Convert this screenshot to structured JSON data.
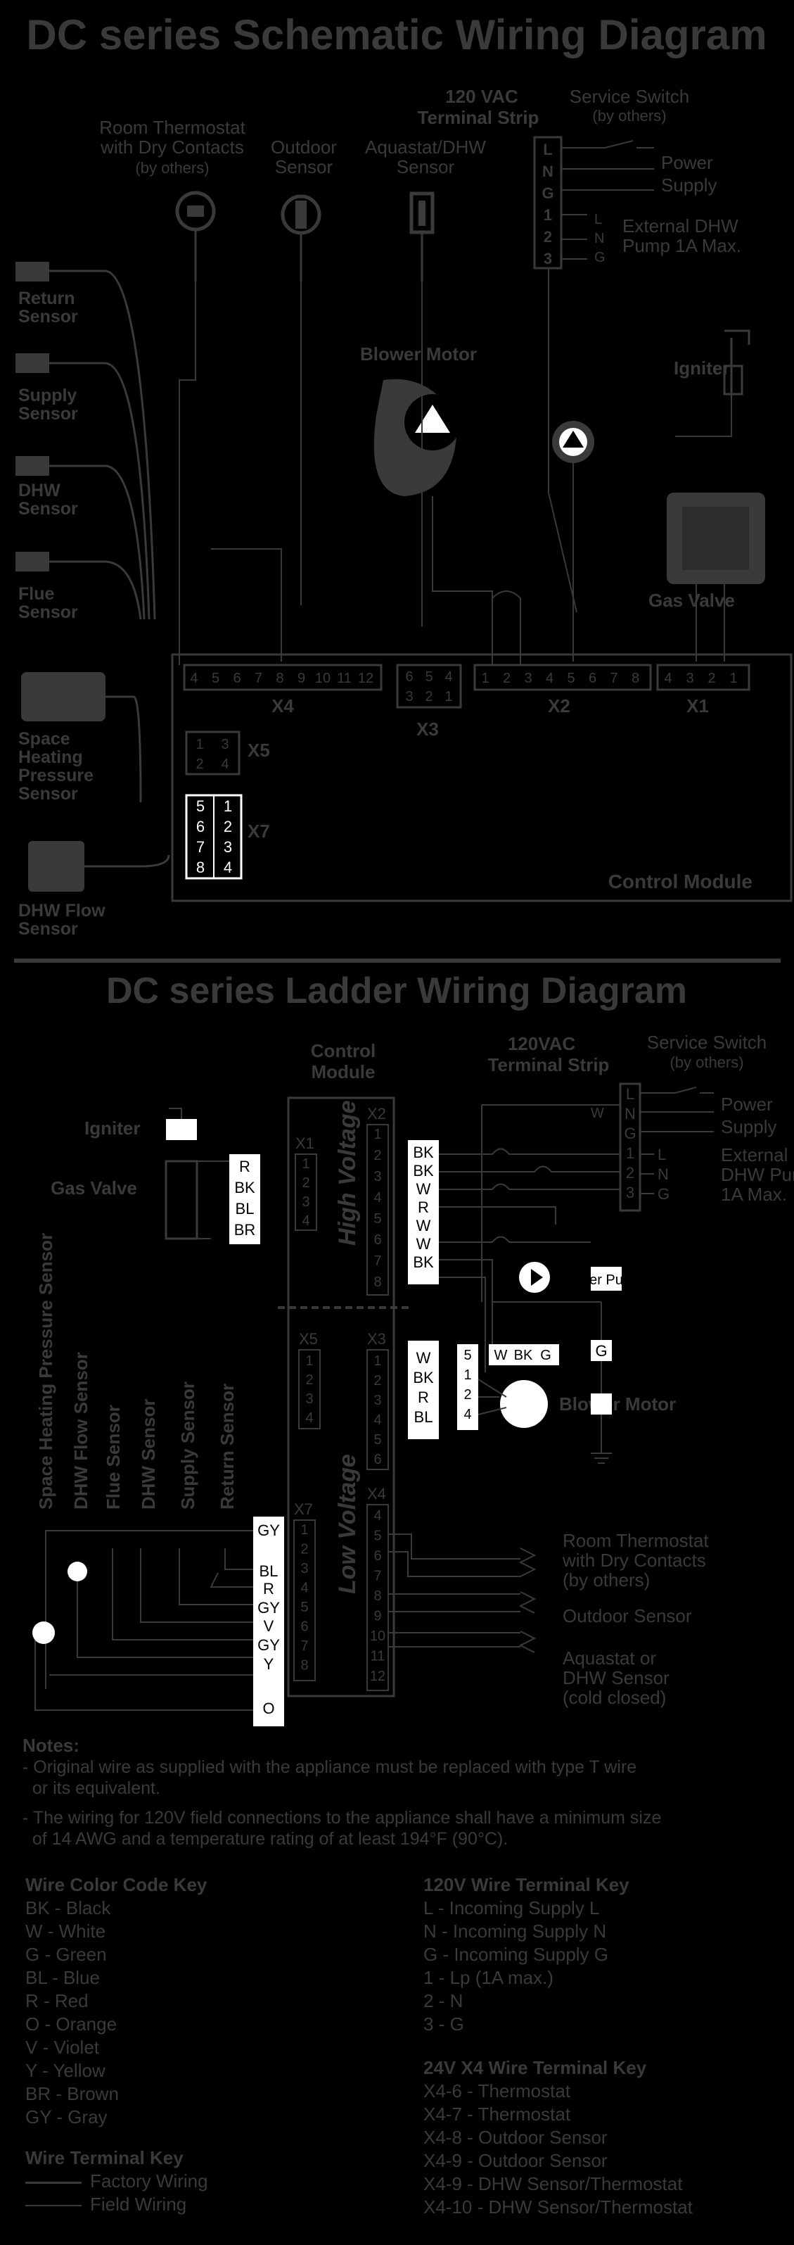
{
  "schematic": {
    "title": "DC series Schematic Wiring Diagram",
    "room_thermostat": "Room Thermostat",
    "room_thermostat_2": "with Dry Contacts",
    "room_thermostat_3": "(by others)",
    "outdoor_sensor_1": "Outdoor",
    "outdoor_sensor_2": "Sensor",
    "aquastat_1": "Aquastat/DHW",
    "aquastat_2": "Sensor",
    "terminal_strip_1": "120 VAC",
    "terminal_strip_2": "Terminal Strip",
    "service_switch_1": "Service Switch",
    "service_switch_2": "(by others)",
    "power_1": "Power",
    "power_2": "Supply",
    "ext_pump_1": "External DHW",
    "ext_pump_2": "Pump 1A Max.",
    "strip_letters": [
      "L",
      "N",
      "G",
      "1",
      "2",
      "3"
    ],
    "strip_right": [
      "L",
      "N",
      "G"
    ],
    "return_sensor": [
      "Return",
      "Sensor"
    ],
    "supply_sensor": [
      "Supply",
      "Sensor"
    ],
    "dhw_sensor": [
      "DHW",
      "Sensor"
    ],
    "flue_sensor": [
      "Flue",
      "Sensor"
    ],
    "sh_pressure": [
      "Space",
      "Heating",
      "Pressure",
      "Sensor"
    ],
    "dhw_flow": [
      "DHW Flow",
      "Sensor"
    ],
    "blower_motor": "Blower Motor",
    "igniter": "Igniter",
    "gas_valve": "Gas Valve",
    "x4_pins": [
      "4",
      "5",
      "6",
      "7",
      "8",
      "9",
      "10",
      "11",
      "12"
    ],
    "x4_label": "X4",
    "x3_top": [
      "6",
      "5",
      "4"
    ],
    "x3_bottom": [
      "3",
      "2",
      "1"
    ],
    "x3_label": "X3",
    "x2_pins": [
      "1",
      "2",
      "3",
      "4",
      "5",
      "6",
      "7",
      "8"
    ],
    "x2_label": "X2",
    "x1_pins": [
      "4",
      "3",
      "2",
      "1"
    ],
    "x1_label": "X1",
    "x5_top": [
      "1",
      "3"
    ],
    "x5_bottom": [
      "2",
      "4"
    ],
    "x5_label": "X5",
    "x7_left": [
      "5",
      "6",
      "7",
      "8"
    ],
    "x7_right": [
      "1",
      "2",
      "3",
      "4"
    ],
    "x7_label": "X7",
    "control_module": "Control Module"
  },
  "ladder": {
    "title": "DC series Ladder Wiring Diagram",
    "control_module_1": "Control",
    "control_module_2": "Module",
    "terminal_strip_1": "120VAC",
    "terminal_strip_2": "Terminal Strip",
    "service_switch_1": "Service Switch",
    "service_switch_2": "(by others)",
    "power_1": "Power",
    "power_2": "Supply",
    "ext_pump": [
      "External",
      "DHW Pump",
      "1A Max."
    ],
    "strip_letters": [
      "L",
      "N",
      "G",
      "1",
      "2",
      "3"
    ],
    "strip_right": [
      "L",
      "N",
      "G"
    ],
    "igniter": "Igniter",
    "gas_valve": "Gas Valve",
    "high_voltage": "High Voltage",
    "low_voltage": "Low Voltage",
    "x1_label": "X1",
    "x1_pins": [
      "1",
      "2",
      "3",
      "4"
    ],
    "x1_colors": [
      "R",
      "BK",
      "BL",
      "BR"
    ],
    "x2_label": "X2",
    "x2_pins": [
      "1",
      "2",
      "3",
      "4",
      "5",
      "6",
      "7",
      "8"
    ],
    "x2_colors": [
      "BK",
      "BK",
      "W",
      "R",
      "W",
      "W",
      "BK"
    ],
    "pump_label": "er Pu",
    "x3_label": "X3",
    "x3_pins": [
      "1",
      "2",
      "3",
      "4",
      "5",
      "6"
    ],
    "x3_colors": [
      "W",
      "BK",
      "R",
      "BL"
    ],
    "blower_pins": [
      "5",
      "1",
      "2",
      "4"
    ],
    "blower_colors": [
      "W",
      "BK",
      "G"
    ],
    "g_label": "G",
    "w_label": "W",
    "blower_motor": "Blower Motor",
    "x5_label": "X5",
    "x5_pins": [
      "1",
      "2",
      "3",
      "4"
    ],
    "x7_label": "X7",
    "x7_pins": [
      "1",
      "2",
      "3",
      "4",
      "5",
      "6",
      "7",
      "8"
    ],
    "x7_colors": [
      "GY",
      "BL",
      "R",
      "GY",
      "V",
      "GY",
      "Y",
      "O"
    ],
    "x4_label": "X4",
    "x4_pins": [
      "4",
      "5",
      "6",
      "7",
      "8",
      "9",
      "10",
      "11",
      "12"
    ],
    "sensor_labels": [
      "Space Heating Pressure Sensor",
      "DHW Flow Sensor",
      "Flue Sensor",
      "DHW Sensor",
      "Supply Sensor",
      "Return Sensor"
    ],
    "room_thermostat": [
      "Room Thermostat",
      "with Dry Contacts",
      "(by others)"
    ],
    "outdoor_sensor": "Outdoor Sensor",
    "aquastat": [
      "Aquastat or",
      "DHW Sensor",
      "(cold closed)"
    ]
  },
  "notes": {
    "heading": "Notes:",
    "items": [
      [
        "- Original wire as supplied with the appliance must be replaced with type T wire",
        "  or its equivalent."
      ],
      [
        "- The wiring for 120V field connections to the appliance shall have a minimum size",
        "  of 14 AWG and a temperature rating of at least 194°F (90°C)."
      ]
    ]
  },
  "wire_color_key": {
    "heading": "Wire Color Code Key",
    "items": [
      "BK - Black",
      "W - White",
      "G - Green",
      "BL - Blue",
      "R - Red",
      "O - Orange",
      "V - Violet",
      "Y - Yellow",
      "BR - Brown",
      "GY - Gray"
    ]
  },
  "terminal_120v_key": {
    "heading": "120V Wire Terminal Key",
    "items": [
      "L - Incoming Supply L",
      "N - Incoming Supply N",
      "G - Incoming Supply G",
      "1 - Lp (1A max.)",
      "2 - N",
      "3 - G"
    ]
  },
  "terminal_24v_key": {
    "heading": "24V X4 Wire Terminal Key",
    "items": [
      "X4-6 - Thermostat",
      "X4-7 - Thermostat",
      "X4-8 - Outdoor Sensor",
      "X4-9 - Outdoor Sensor",
      "X4-9 - DHW Sensor/Thermostat",
      "X4-10 - DHW Sensor/Thermostat"
    ]
  },
  "wire_terminal_key": {
    "heading": "Wire Terminal Key",
    "items": [
      "Factory Wiring",
      "Field Wiring"
    ]
  }
}
